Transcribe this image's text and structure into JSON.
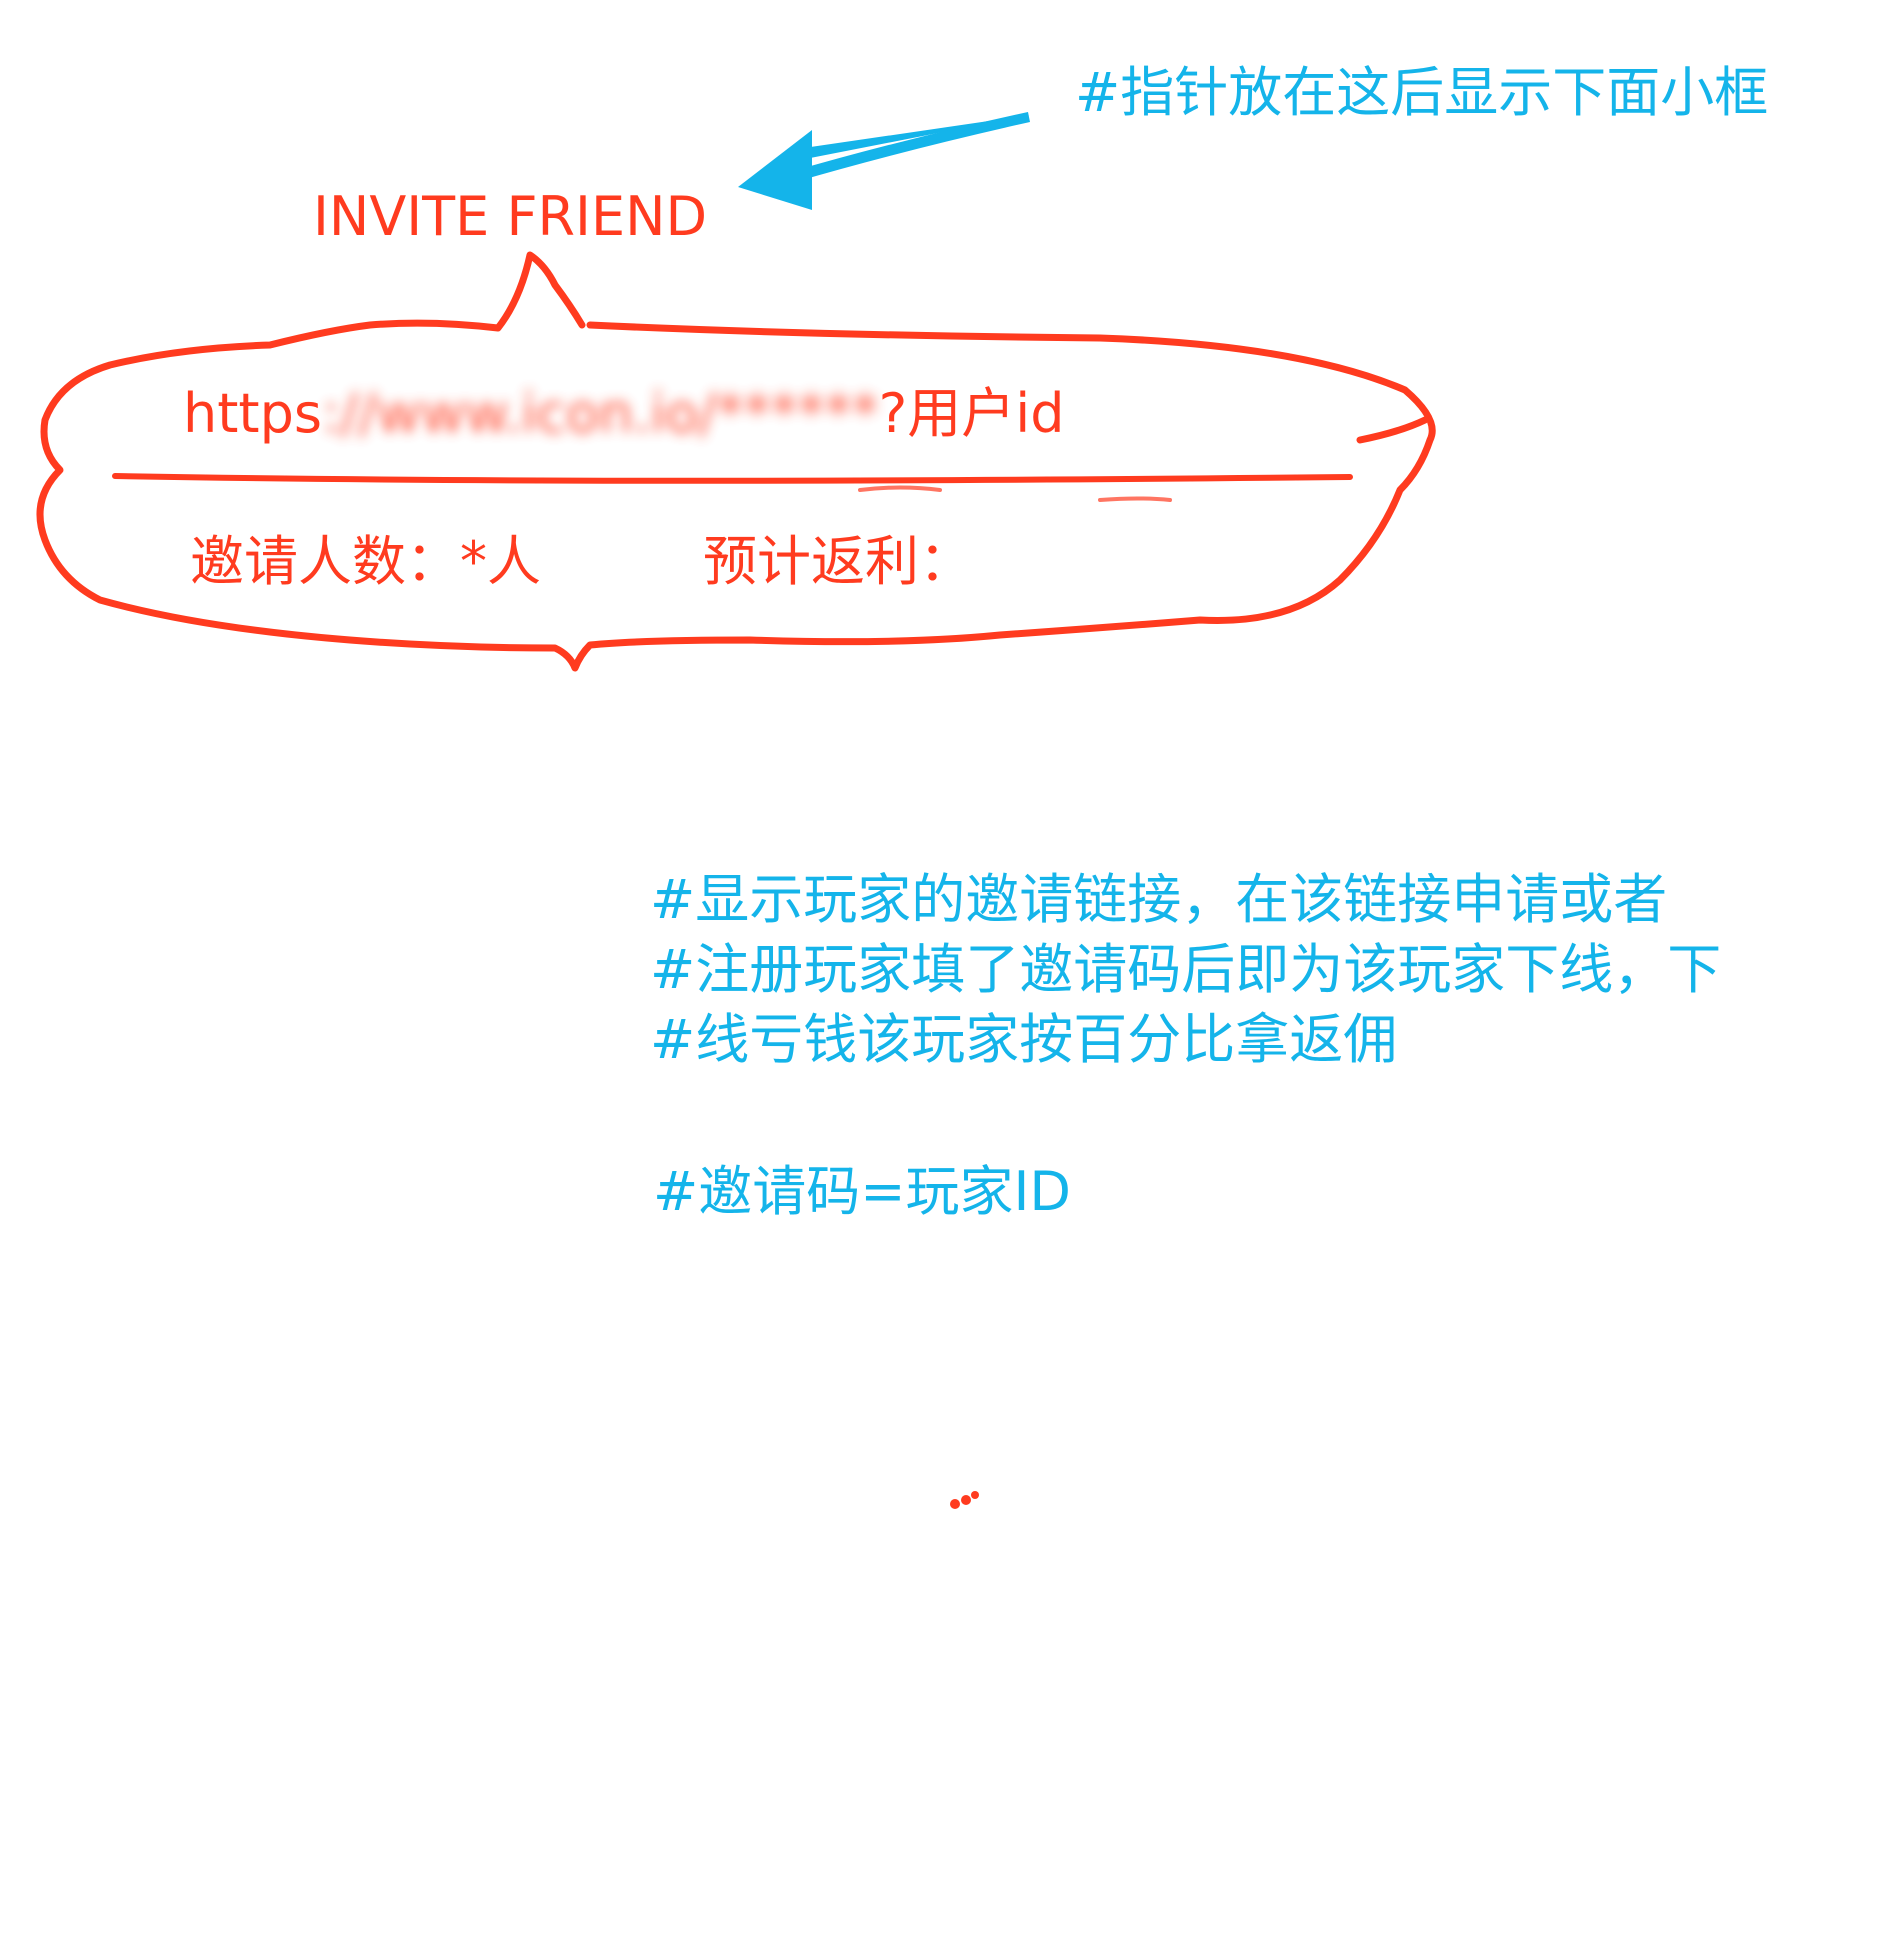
{
  "annotations": {
    "hover_hint": "#指针放在这后显示下面小框",
    "note_lines": [
      "#显示玩家的邀请链接，在该链接申请或者",
      "#注册玩家填了邀请码后即为该玩家下线，下",
      "#线亏钱该玩家按百分比拿返佣"
    ],
    "invite_code_note": "#邀请码=玩家ID"
  },
  "invite_button": {
    "label": "INVITE FRIEND"
  },
  "popup": {
    "link_prefix": "https",
    "link_blurred": "://www.icon.io/******",
    "link_suffix": "?用户id",
    "invite_count_label": "邀请人数：*人",
    "rebate_label": "预计返利："
  },
  "colors": {
    "sketch_red": "#ff3b1f",
    "annotation_blue": "#14b4ea"
  },
  "icons": {
    "pointer_arrow": "arrow-left-icon"
  }
}
